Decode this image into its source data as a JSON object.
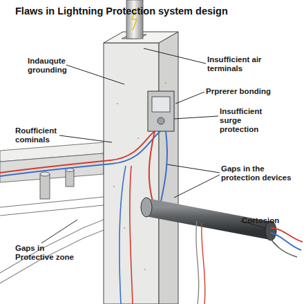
{
  "diagram": {
    "title": "Flaws in Lightning Protection system design",
    "labels": [
      "Indauqute grounding",
      "Insufficient air terminals",
      "Prprerer bonding",
      "Insufficient surge protection",
      "Roufficient cominals",
      "Gaps in the protection devices",
      "Cortosion",
      "Gaps in Protective zone"
    ]
  }
}
